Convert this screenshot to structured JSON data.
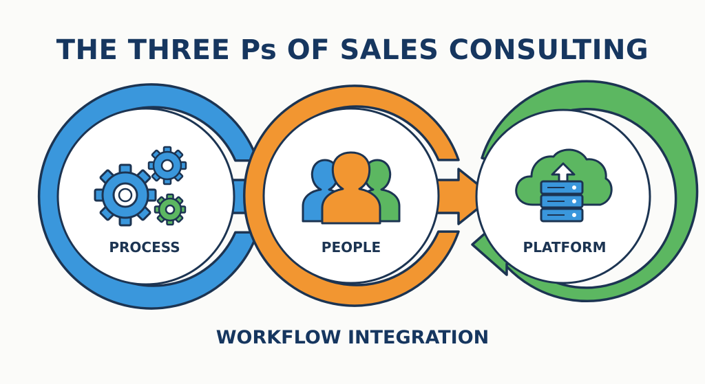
{
  "title": "THE THREE Ps OF SALES CONSULTING",
  "footer": "WORKFLOW INTEGRATION",
  "colors": {
    "title": "#16365f",
    "outline": "#1c3452",
    "process": "#3a97dc",
    "people": "#f29631",
    "platform": "#5cb761",
    "disc": "#ffffff"
  },
  "stages": [
    {
      "label": "PROCESS",
      "icon": "gears-icon"
    },
    {
      "label": "PEOPLE",
      "icon": "people-icon"
    },
    {
      "label": "PLATFORM",
      "icon": "cloud-server-icon"
    }
  ]
}
